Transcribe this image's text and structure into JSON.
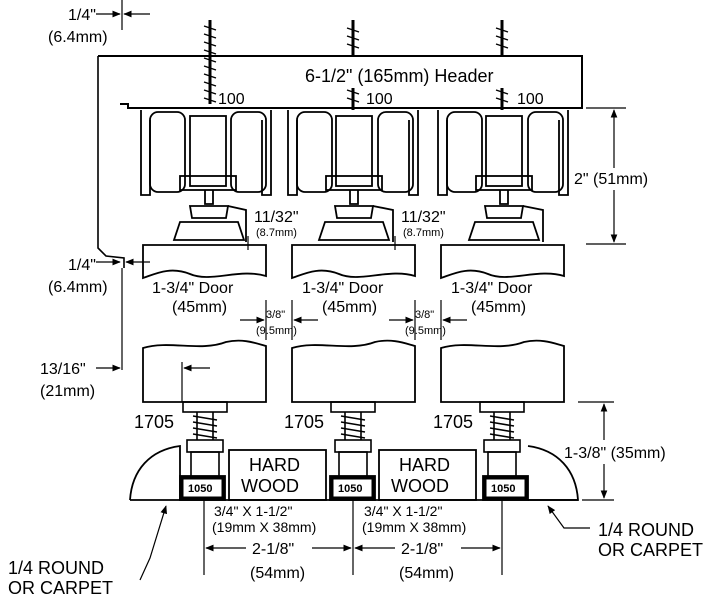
{
  "header_label": "6-1/2\" (165mm) Header",
  "hanger_model": "100",
  "pivot_model": "1705",
  "guide_model": "1050",
  "dims": {
    "header_gap": {
      "imperial": "1/4\"",
      "metric": "(6.4mm)"
    },
    "door_gap": {
      "imperial": "1/4\"",
      "metric": "(6.4mm)"
    },
    "door_setback": {
      "imperial": "13/16\"",
      "metric": "(21mm)"
    },
    "track_height": {
      "imperial": "2\" (51mm)"
    },
    "hanger_offset": {
      "imperial": "11/32\"",
      "metric": "(8.7mm)"
    },
    "door_thickness": {
      "imperial": "1-3/4\" Door",
      "metric": "(45mm)"
    },
    "door_spacing": {
      "imperial": "3/8\"",
      "metric": "(9.5mm)"
    },
    "floor_height": {
      "imperial": "1-3/8\" (35mm)"
    },
    "guide_spacing": {
      "imperial": "2-1/8\"",
      "metric": "(54mm)"
    }
  },
  "hardwood": {
    "line1": "HARD",
    "line2": "WOOD",
    "size_imperial": "3/4\" X 1-1/2\"",
    "size_metric": "(19mm X 38mm)"
  },
  "floor_trim": {
    "line1": "1/4 ROUND",
    "line2": "OR CARPET"
  }
}
